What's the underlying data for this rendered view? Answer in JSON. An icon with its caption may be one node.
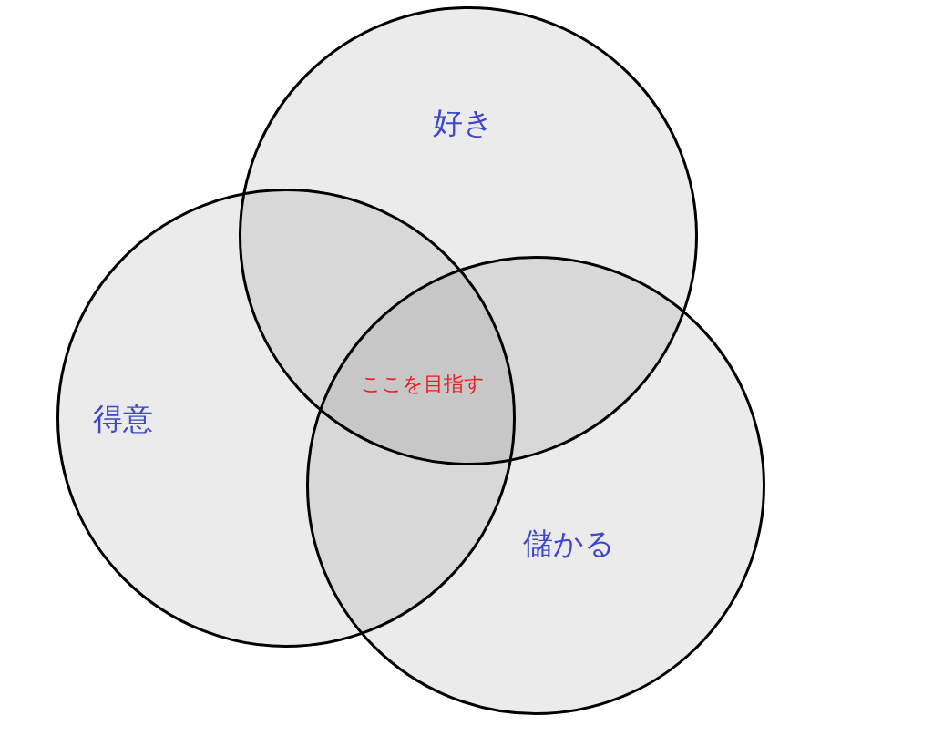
{
  "diagram": {
    "nodes": [
      {
        "text": [
          "好き"
        ]
      },
      {
        "text": [
          "得意"
        ]
      },
      {
        "text": [
          "儲かる"
        ]
      }
    ],
    "labels": [
      "ここを目指す"
    ]
  }
}
